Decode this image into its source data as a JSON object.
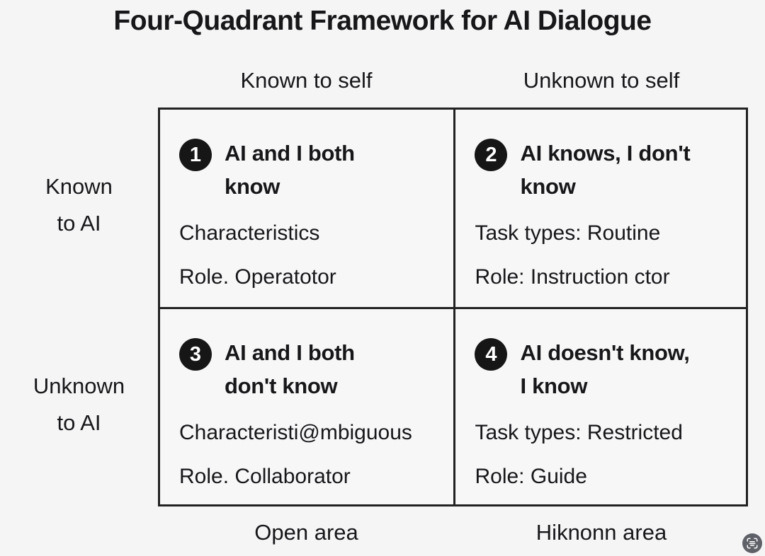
{
  "title": "Four-Quadrant Framework for AI Dialogue",
  "columns": [
    {
      "label": "Known to self"
    },
    {
      "label": "Unknown to self"
    }
  ],
  "rows": [
    {
      "line1": "Known",
      "line2": "to AI"
    },
    {
      "line1": "Unknown",
      "line2": "to AI"
    }
  ],
  "quadrants": [
    {
      "number": "1",
      "heading_line1": "AI and I both",
      "heading_line2": "know",
      "lines": [
        "Characteristics",
        "Role. Operatotor"
      ]
    },
    {
      "number": "2",
      "heading_line1": "AI knows, I don't",
      "heading_line2": "know",
      "lines": [
        "Task types: Routine",
        "Role: Instruction ctor"
      ]
    },
    {
      "number": "3",
      "heading_line1": "AI and I both",
      "heading_line2": "don't know",
      "lines": [
        "Characteristi@mbiguous",
        "Role. Collaborator"
      ]
    },
    {
      "number": "4",
      "heading_line1": "AI doesn't know,",
      "heading_line2": "I know",
      "lines": [
        "Task types: Restricted",
        "Role: Guide"
      ]
    }
  ],
  "footers": [
    {
      "label": "Open area"
    },
    {
      "label": "Hiknonn area"
    }
  ],
  "icons": [
    {
      "name": "scan-text-icon"
    }
  ],
  "colors": {
    "background": "#f5f5f6",
    "ink": "#17171a",
    "border": "#222222",
    "badge_bg": "#161616",
    "badge_fg": "#ffffff",
    "icon_bg": "#4b4d55"
  }
}
